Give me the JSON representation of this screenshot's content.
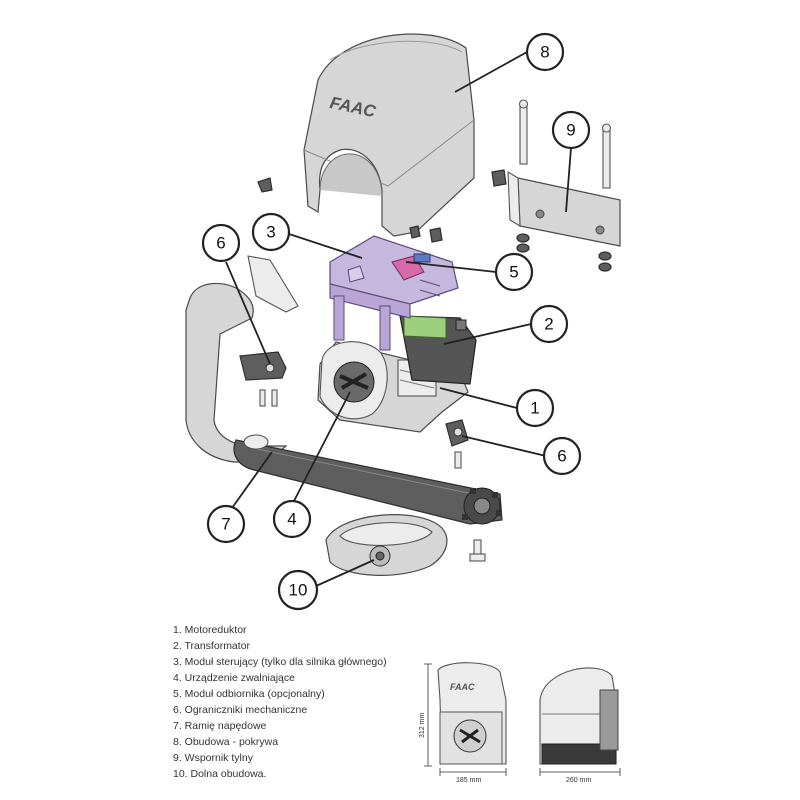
{
  "callouts": [
    {
      "number": "1",
      "label": "Motoreduktor"
    },
    {
      "number": "2",
      "label": "Transformator"
    },
    {
      "number": "3",
      "label": "Moduł sterujący (tylko dla silnika głównego)"
    },
    {
      "number": "4",
      "label": "Urządzenie zwalniające"
    },
    {
      "number": "5",
      "label": "Moduł odbiornika (opcjonalny)"
    },
    {
      "number": "6",
      "label": "Ograniczniki mechaniczne"
    },
    {
      "number": "7",
      "label": "Ramię napędowe"
    },
    {
      "number": "8",
      "label": "Obudowa - pokrywa"
    },
    {
      "number": "9",
      "label": "Wspornik tylny"
    },
    {
      "number": "10",
      "label": "Dolna obudowa."
    }
  ],
  "legend": [
    "1. Motoreduktor",
    "2. Transformator",
    "3. Moduł sterujący (tylko dla silnika głównego)",
    "4. Urządzenie zwalniające",
    "5. Moduł odbiornika (opcjonalny)",
    "6. Ograniczniki mechaniczne",
    "7. Ramię napędowe",
    "8. Obudowa - pokrywa",
    "9. Wspornik tylny",
    "10. Dolna obudowa."
  ],
  "brand_logo": "FAAC",
  "dimensions": {
    "height": "312 mm",
    "width_side": "185 mm",
    "width_front": "260 mm"
  },
  "colors": {
    "outline": "#222222",
    "control_module": "#b9a6d6",
    "receiver_module": "#d46aa8",
    "transformer": "#9ccf7e"
  }
}
